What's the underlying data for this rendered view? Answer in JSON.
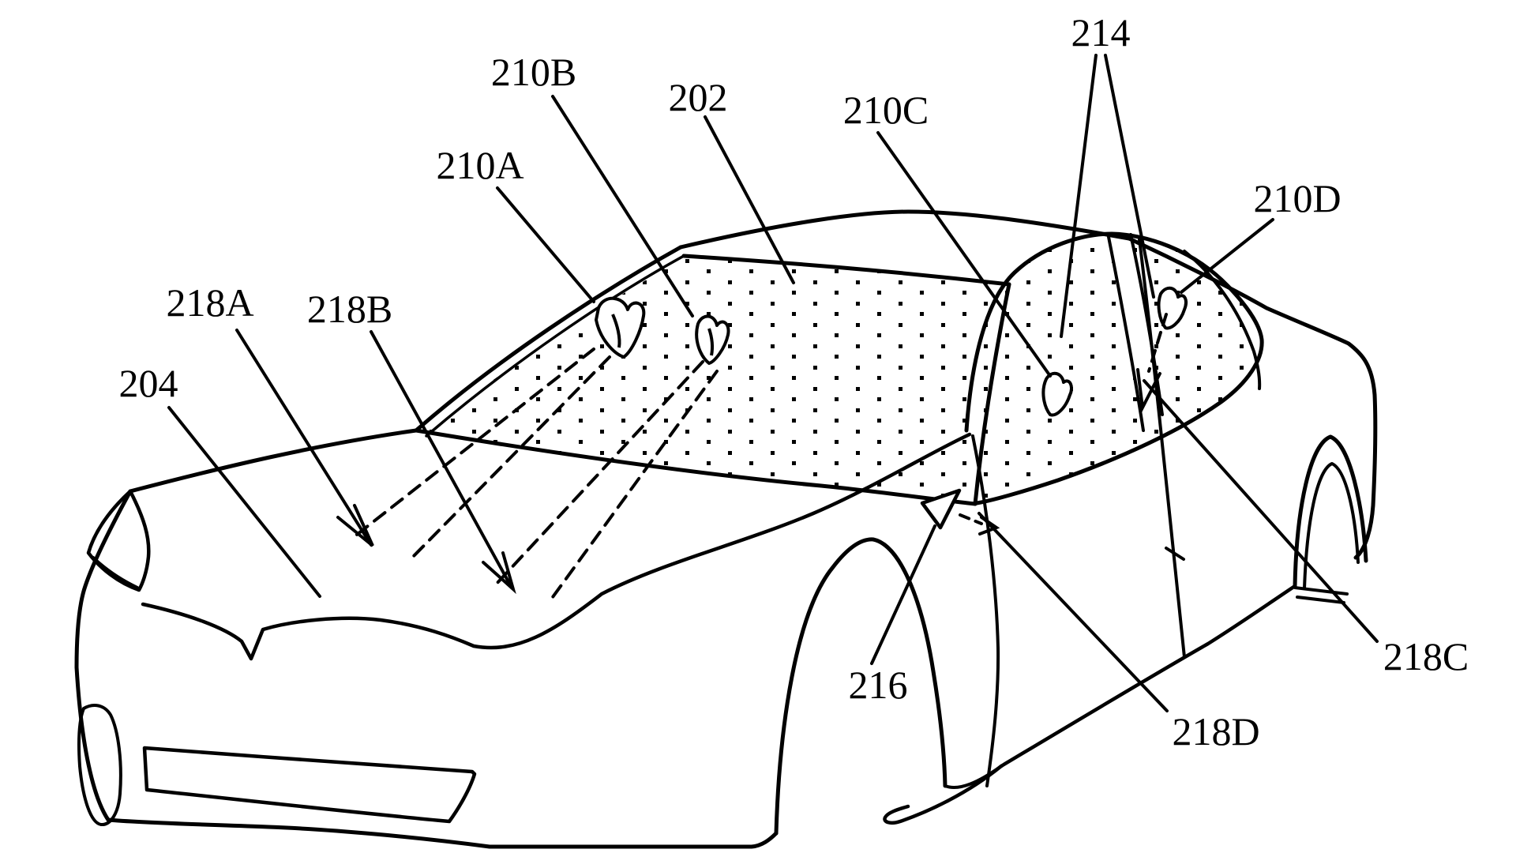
{
  "figure": {
    "type": "patent-line-drawing",
    "background_color": "#ffffff",
    "line_color": "#000000",
    "labels": {
      "n202": "202",
      "n204": "204",
      "n210A": "210A",
      "n210B": "210B",
      "n210C": "210C",
      "n210D": "210D",
      "n214": "214",
      "n216": "216",
      "n218A": "218A",
      "n218B": "218B",
      "n218C": "218C",
      "n218D": "218D"
    }
  }
}
